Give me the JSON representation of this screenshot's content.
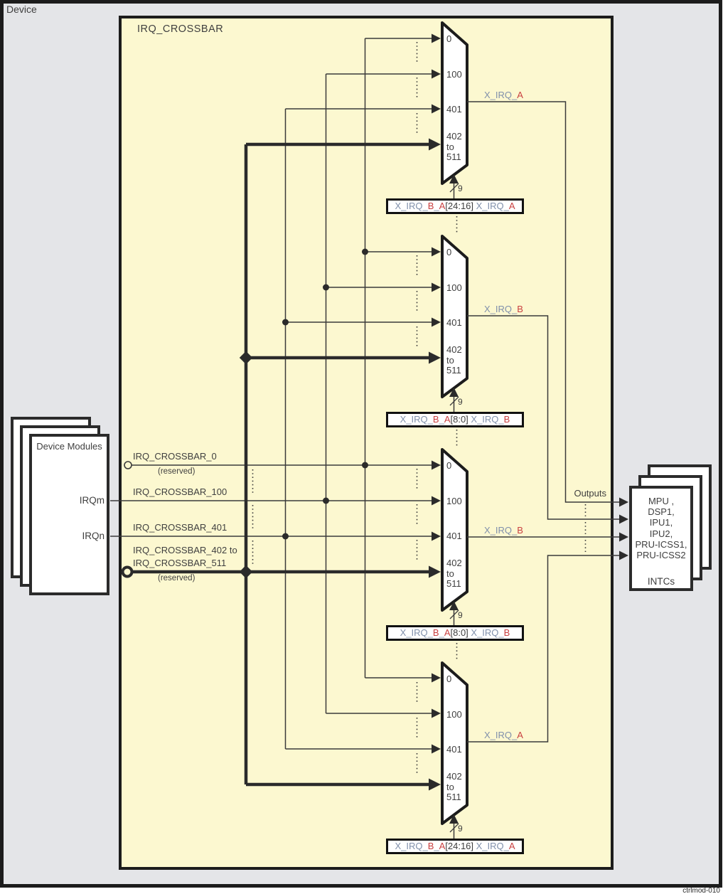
{
  "frame": {
    "device_label": "Device",
    "watermark": "ctrlmod-010"
  },
  "crossbar": {
    "title": "IRQ_CROSSBAR"
  },
  "device_modules": {
    "title": "Device Modules",
    "port_m": "IRQm",
    "port_n": "IRQn"
  },
  "input_signals": {
    "sig0": {
      "name": "IRQ_CROSSBAR_0",
      "note": "(reserved)"
    },
    "sig100": {
      "name": "IRQ_CROSSBAR_100"
    },
    "sig401": {
      "name": "IRQ_CROSSBAR_401"
    },
    "sig402": {
      "name_line1": "IRQ_CROSSBAR_402 to",
      "name_line2": "IRQ_CROSSBAR_511",
      "note": "(reserved)"
    }
  },
  "muxes": [
    {
      "input_labels": [
        "0",
        "100",
        "401",
        "402 to 511"
      ],
      "output": {
        "prefix": "X_IRQ_",
        "letter": "A"
      },
      "select_bus_width": "9",
      "select_label": {
        "p1": "X_IRQ_",
        "r1": "B",
        "p2": "_",
        "r2": "A",
        "index": "[24:16] ",
        "p3": "X_IRQ_",
        "r3": "A"
      }
    },
    {
      "input_labels": [
        "0",
        "100",
        "401",
        "402 to 511"
      ],
      "output": {
        "prefix": "X_IRQ_",
        "letter": "B"
      },
      "select_bus_width": "9",
      "select_label": {
        "p1": "X_IRQ_",
        "r1": "B",
        "p2": "_",
        "r2": "A",
        "index": "[8:0] ",
        "p3": "X_IRQ_",
        "r3": "B"
      }
    },
    {
      "input_labels": [
        "0",
        "100",
        "401",
        "402 to 511"
      ],
      "output": {
        "prefix": "X_IRQ_",
        "letter": "B"
      },
      "select_bus_width": "9",
      "select_label": {
        "p1": "X_IRQ_",
        "r1": "B",
        "p2": "_",
        "r2": "A",
        "index": "[8:0] ",
        "p3": "X_IRQ_",
        "r3": "B"
      }
    },
    {
      "input_labels": [
        "0",
        "100",
        "401",
        "402 to 511"
      ],
      "output": {
        "prefix": "X_IRQ_",
        "letter": "A"
      },
      "select_bus_width": "9",
      "select_label": {
        "p1": "X_IRQ_",
        "r1": "B",
        "p2": "_",
        "r2": "A",
        "index": "[24:16] ",
        "p3": "X_IRQ_",
        "r3": "A"
      }
    }
  ],
  "outputs": {
    "label": "Outputs",
    "intc_box": {
      "lines": [
        "MPU ,",
        "DSP1,",
        "IPU1,",
        "IPU2,",
        "PRU-ICSS1,",
        "PRU-ICSS2"
      ],
      "caption": "INTCs"
    }
  },
  "colors": {
    "background_gray": "#e4e5e8",
    "crossbar_fill": "#fcf8d0",
    "box_fill": "#ffffff",
    "line": "#3a3a3a",
    "signal_slate": "#8090ab",
    "signal_red": "#c94040",
    "text": "#3f3f3f"
  }
}
